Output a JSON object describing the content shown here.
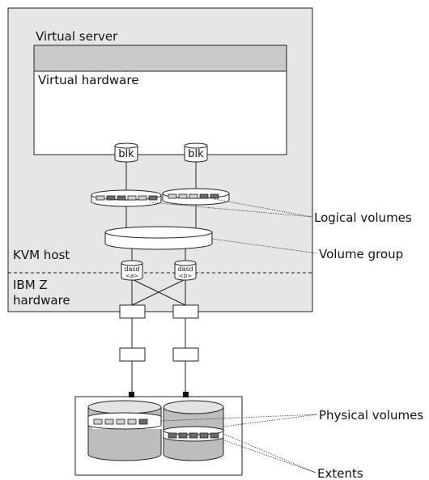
{
  "labels": {
    "virtual_server": "Virtual server",
    "virtual_hardware": "Virtual hardware",
    "blk_a": "blk",
    "blk_b": "blk",
    "kvm_host": "KVM host",
    "ibm_z_line1": "IBM Z",
    "ibm_z_line2": "hardware",
    "dasd_a_top": "dasd",
    "dasd_a_bottom": "<a>",
    "dasd_b_top": "dasd",
    "dasd_b_bottom": "<b>"
  },
  "callouts": {
    "logical_volumes": "Logical volumes",
    "volume_group": "Volume group",
    "physical_volumes": "Physical volumes",
    "extents": "Extents"
  },
  "colors": {
    "host_fill": "#e6e6e6",
    "hw_bar_fill": "#c9c9c9",
    "cylinder_fill": "#bdbdbd",
    "extent_dark": "#6a6a6a",
    "extent_light": "#d0d0d0"
  }
}
